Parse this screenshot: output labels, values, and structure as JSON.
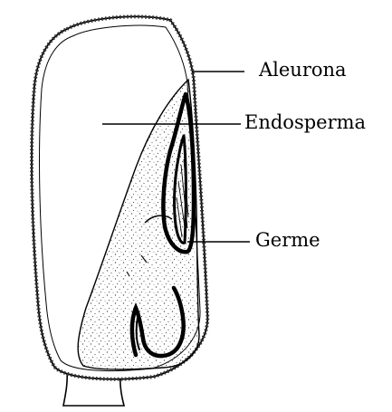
{
  "diagram": {
    "labels": {
      "aleurona": "Aleurona",
      "endosperma": "Endosperma",
      "germe": "Germe"
    },
    "colors": {
      "line": "#000000",
      "background": "#ffffff",
      "stipple": "#555555"
    }
  }
}
